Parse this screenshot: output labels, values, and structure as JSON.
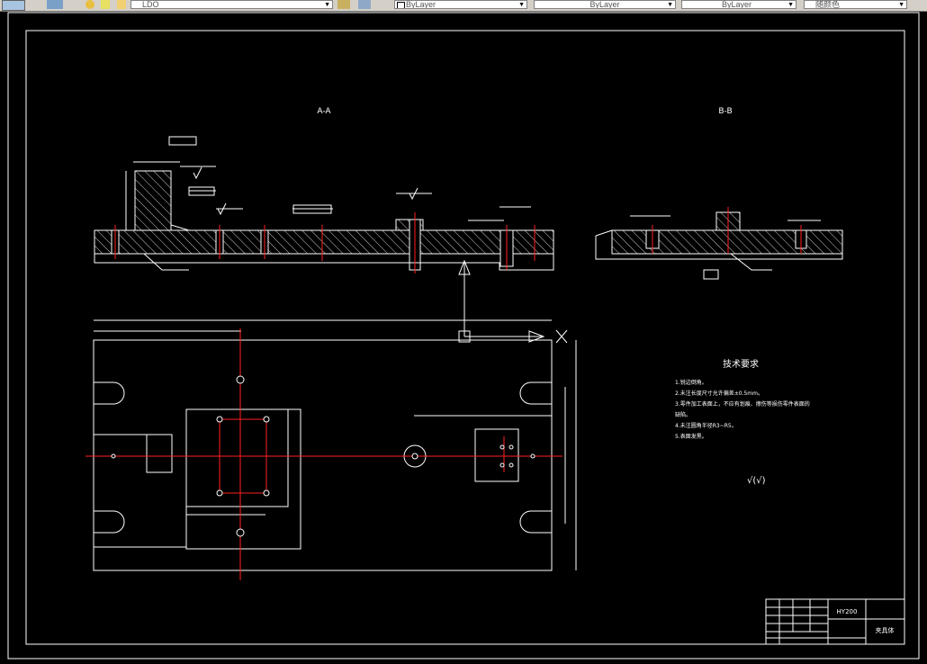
{
  "toolbar": {
    "layer_value": "LDO",
    "color_value": "ByLayer",
    "linetype_value": "ByLayer",
    "lineweight_value": "ByLayer",
    "plotstyle_value": "随颜色"
  },
  "drawing": {
    "section_aa_label": "A-A",
    "section_bb_label": "B-B",
    "tech_req_title": "技术要求",
    "tech_req_items": [
      "1.锐边倒角。",
      "2.未注长度尺寸允许偏差±0.5mm。",
      "3.零件加工表面上，不应有划痕、擦伤等损伤零件表面的",
      "缺陷。",
      "4.未注圆角半径R3~R5。",
      "5.表面发黑。"
    ],
    "surface_symbol": "√(√)",
    "title_block": {
      "drawing_number": "HY200",
      "part_name": "夹具体"
    }
  },
  "colors": {
    "background": "#000000",
    "lines": "#ffffff",
    "centerline": "#ff2020",
    "toolbar": "#d4d0c8"
  }
}
